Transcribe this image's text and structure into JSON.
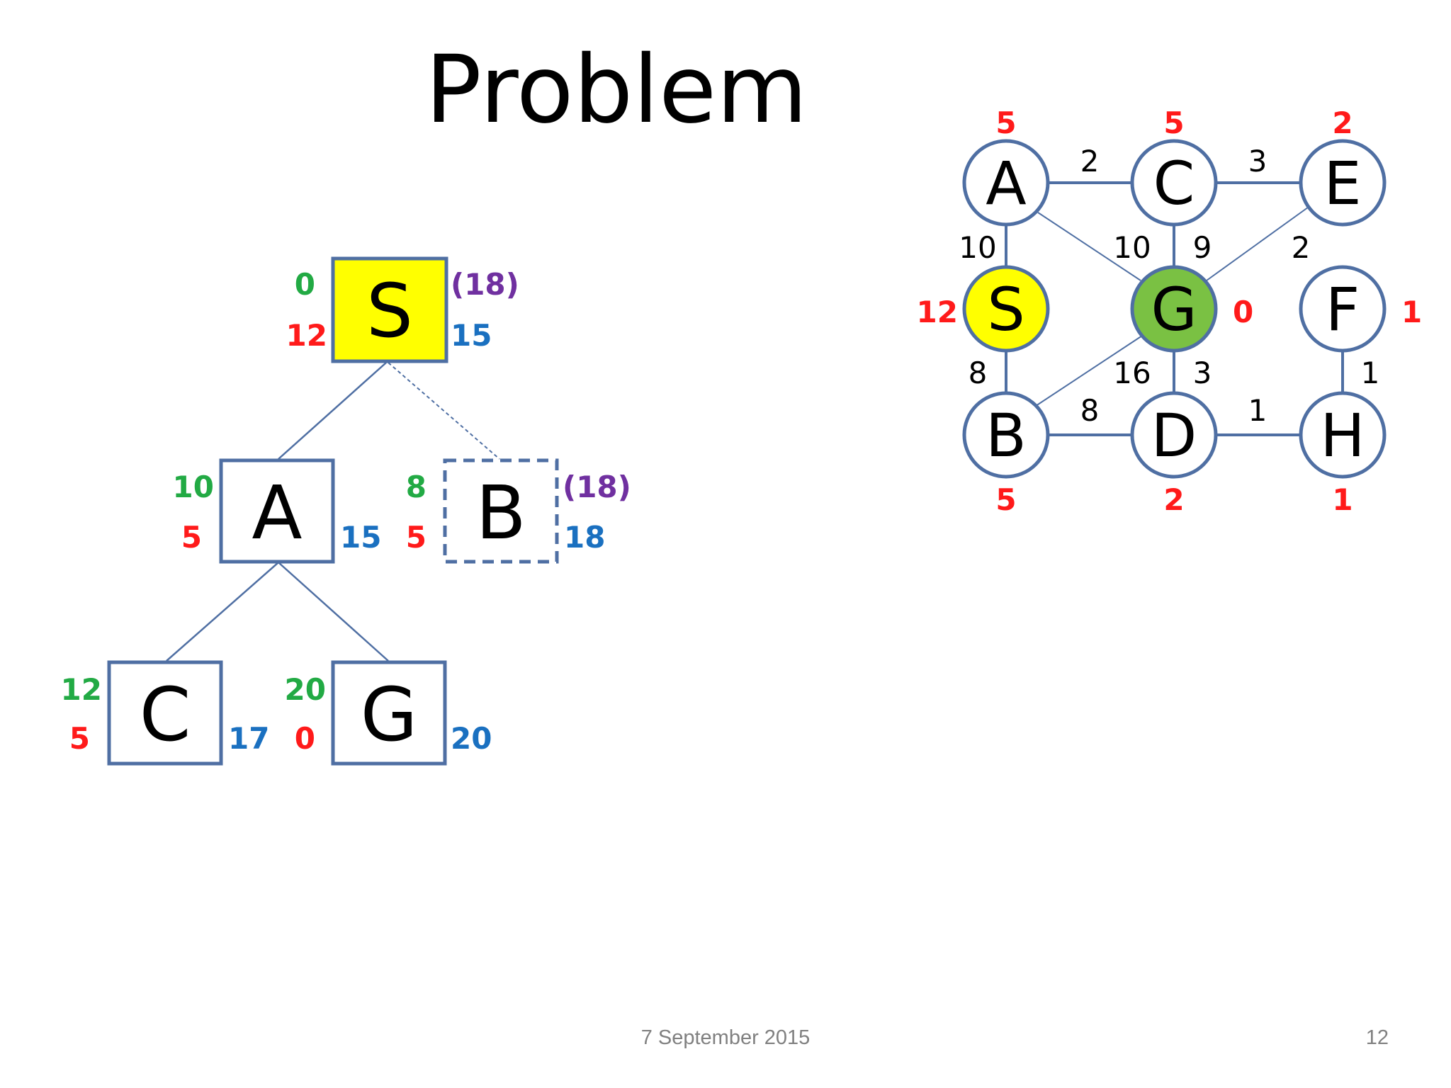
{
  "slide": {
    "title": "Problem",
    "date": "7 September 2015",
    "page_number": "12"
  },
  "colors": {
    "g_green": "#22aa44",
    "h_red": "#ff1a1a",
    "f_blue": "#1a70c0",
    "paren_purple": "#7030a0",
    "edge_blue": "#4f6fa3",
    "start_yellow": "#ffff00",
    "goal_green": "#7ac143"
  },
  "search_tree": {
    "nodes": {
      "S": {
        "label": "S",
        "g": "0",
        "h": "12",
        "f": "15",
        "f_prev": "(18)",
        "style": "filled-yellow"
      },
      "A": {
        "label": "A",
        "g": "10",
        "h": "5",
        "f": "15",
        "style": "solid"
      },
      "B": {
        "label": "B",
        "g": "8",
        "h": "5",
        "f": "18",
        "f_prev": "(18)",
        "style": "dashed"
      },
      "C": {
        "label": "C",
        "g": "12",
        "h": "5",
        "f": "17",
        "style": "solid"
      },
      "G": {
        "label": "G",
        "g": "20",
        "h": "0",
        "f": "20",
        "style": "solid"
      }
    },
    "edges": [
      {
        "from": "S",
        "to": "A",
        "style": "solid"
      },
      {
        "from": "S",
        "to": "B",
        "style": "dashed"
      },
      {
        "from": "A",
        "to": "C",
        "style": "solid"
      },
      {
        "from": "A",
        "to": "G",
        "style": "solid"
      }
    ]
  },
  "graph": {
    "nodes": {
      "A": {
        "label": "A",
        "h": "5"
      },
      "C": {
        "label": "C",
        "h": "5"
      },
      "E": {
        "label": "E",
        "h": "2"
      },
      "S": {
        "label": "S",
        "h": "12",
        "fill": "yellow"
      },
      "G": {
        "label": "G",
        "h": "0",
        "fill": "green"
      },
      "F": {
        "label": "F",
        "h": "1"
      },
      "B": {
        "label": "B",
        "h": "5"
      },
      "D": {
        "label": "D",
        "h": "2"
      },
      "H": {
        "label": "H",
        "h": "1"
      }
    },
    "edges": [
      {
        "from": "A",
        "to": "C",
        "weight": "2"
      },
      {
        "from": "C",
        "to": "E",
        "weight": "3"
      },
      {
        "from": "A",
        "to": "S",
        "weight": "10"
      },
      {
        "from": "A",
        "to": "G",
        "weight": "10"
      },
      {
        "from": "C",
        "to": "G",
        "weight": "9"
      },
      {
        "from": "E",
        "to": "G",
        "weight": "2"
      },
      {
        "from": "S",
        "to": "B",
        "weight": "8"
      },
      {
        "from": "B",
        "to": "G",
        "weight": "16"
      },
      {
        "from": "G",
        "to": "D",
        "weight": "3"
      },
      {
        "from": "F",
        "to": "H",
        "weight": "1"
      },
      {
        "from": "B",
        "to": "D",
        "weight": "8"
      },
      {
        "from": "D",
        "to": "H",
        "weight": "1"
      }
    ]
  }
}
